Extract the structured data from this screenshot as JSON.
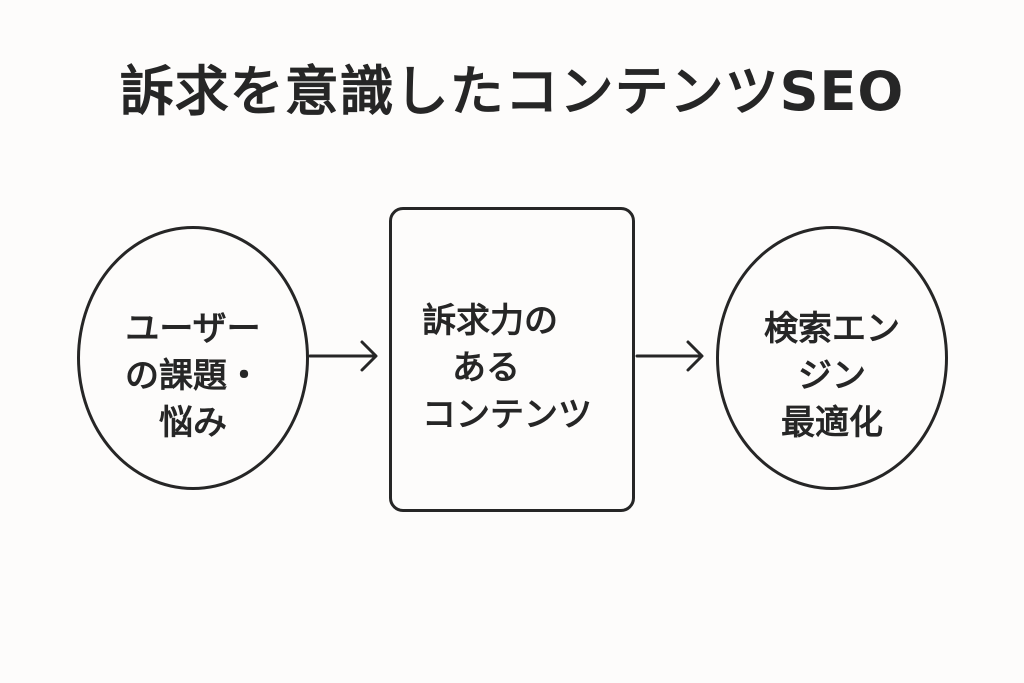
{
  "title": "訴求を意識したコンテンツSEO",
  "nodes": {
    "left": {
      "lines": [
        "ユーザー",
        "の課題・",
        "悩み"
      ]
    },
    "center": {
      "lines": [
        "訴求力の",
        "ある",
        "コンテンツ"
      ]
    },
    "right": {
      "lines": [
        "検索エン",
        "ジン",
        "最適化"
      ]
    }
  },
  "colors": {
    "ink": "#262626",
    "background": "#fdfcfb"
  }
}
